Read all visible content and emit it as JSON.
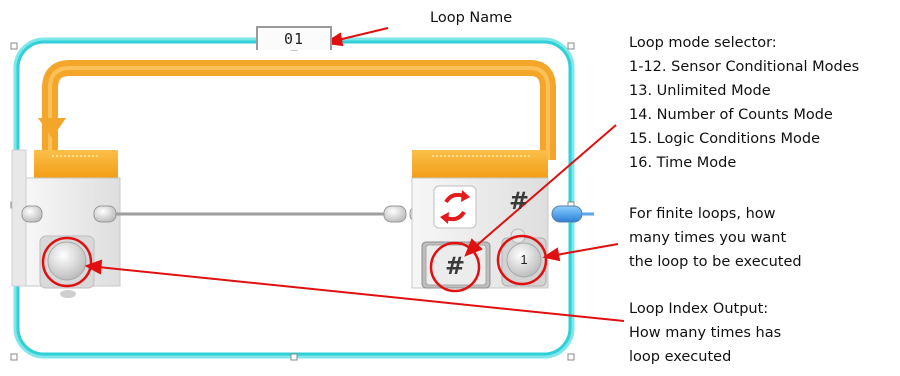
{
  "block": {
    "loop_name": "01",
    "mode_symbol": "#",
    "output_symbol": "#",
    "count_value": "1"
  },
  "annotations": {
    "loop_name": "Loop Name",
    "mode_selector": [
      "Loop mode selector:",
      "1-12. Sensor Conditional Modes",
      "13. Unlimited Mode",
      "14. Number of Counts Mode",
      "15. Logic Conditions Mode",
      "16. Time Mode"
    ],
    "finite_loops": [
      "For finite loops, how",
      "many times you want",
      "the loop to be executed"
    ],
    "index_output": [
      "Loop Index Output:",
      "How many times has",
      "loop executed"
    ]
  },
  "colors": {
    "frame_cyan": "#2fd0d8",
    "orange_accent": "#f5a623",
    "annotation_red": "#e01010",
    "block_grey": "#e6e6e6"
  }
}
